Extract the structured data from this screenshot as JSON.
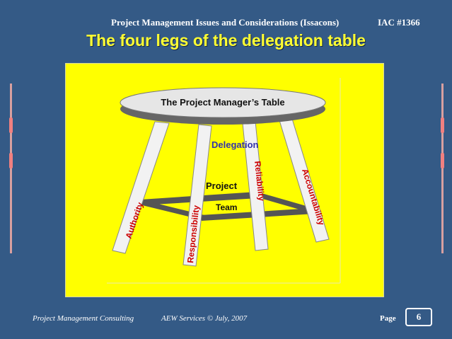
{
  "header": {
    "course_title": "Project Management Issues and Considerations (Issacons)",
    "course_code": "IAC #1366"
  },
  "slide": {
    "title": "The four legs of the delegation table"
  },
  "diagram": {
    "table_top": "The Project Manager’s Table",
    "center_label": "Delegation",
    "crossbar_top": "Project",
    "crossbar_bottom": "Team",
    "legs": [
      "Authority",
      "Responsibility",
      "Reliability",
      "Accountability"
    ]
  },
  "footer": {
    "left": "Project Management Consulting",
    "center": "AEW Services © July, 2007",
    "page_label": "Page",
    "page_number": "6"
  }
}
